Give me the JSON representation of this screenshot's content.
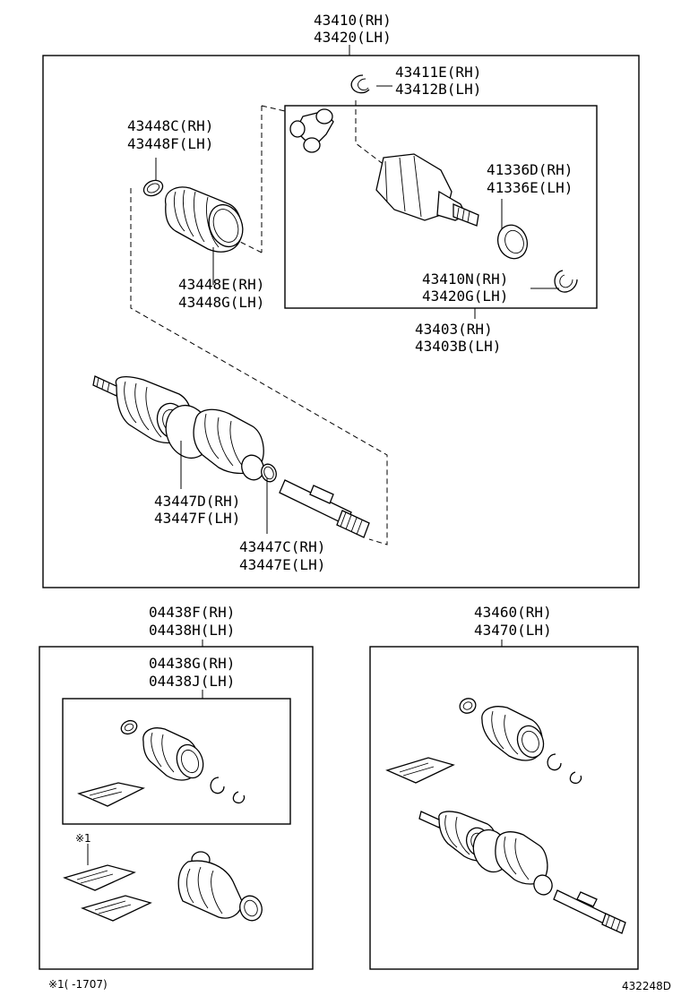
{
  "labels": {
    "assy_rh": "43410(RH)",
    "assy_lh": "43420(LH)",
    "snap_rh": "43411E(RH)",
    "snap_lh": "43412B(LH)",
    "band_top_rh": "43448C(RH)",
    "band_top_lh": "43448F(LH)",
    "seal_rh": "41336D(RH)",
    "seal_lh": "41336E(LH)",
    "boot_top_rh": "43448E(RH)",
    "boot_top_lh": "43448G(LH)",
    "clip_rh": "43410N(RH)",
    "clip_lh": "43420G(LH)",
    "inner_rh": "43403(RH)",
    "inner_lh": "43403B(LH)",
    "band_mid_rh": "43447D(RH)",
    "band_mid_lh": "43447F(LH)",
    "band_small_rh": "43447C(RH)",
    "band_small_lh": "43447E(LH)",
    "kit_outer_rh": "04438F(RH)",
    "kit_outer_lh": "04438H(LH)",
    "kit_inner_rh": "04438G(RH)",
    "kit_inner_lh": "04438J(LH)",
    "shaft_rh": "43460(RH)",
    "shaft_lh": "43470(LH)",
    "note_mark": "※1",
    "footnote": "※1(   -1707)",
    "diagram_id": "432248D"
  }
}
